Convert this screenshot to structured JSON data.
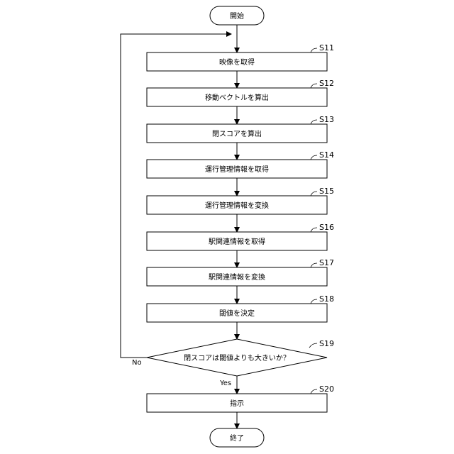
{
  "flowchart": {
    "start_label": "開始",
    "end_label": "終了",
    "steps": [
      {
        "tag": "S11",
        "label": "映像を取得"
      },
      {
        "tag": "S12",
        "label": "移動ベクトルを算出"
      },
      {
        "tag": "S13",
        "label": "閉スコアを算出"
      },
      {
        "tag": "S14",
        "label": "運行管理情報を取得"
      },
      {
        "tag": "S15",
        "label": "運行管理情報を変換"
      },
      {
        "tag": "S16",
        "label": "駅関連情報を取得"
      },
      {
        "tag": "S17",
        "label": "駅関連情報を変換"
      },
      {
        "tag": "S18",
        "label": "閾値を決定"
      }
    ],
    "decision": {
      "tag": "S19",
      "label": "閉スコアは閾値よりも大きいか？",
      "yes_label": "Yes",
      "no_label": "No"
    },
    "final_step": {
      "tag": "S20",
      "label": "指示"
    }
  }
}
